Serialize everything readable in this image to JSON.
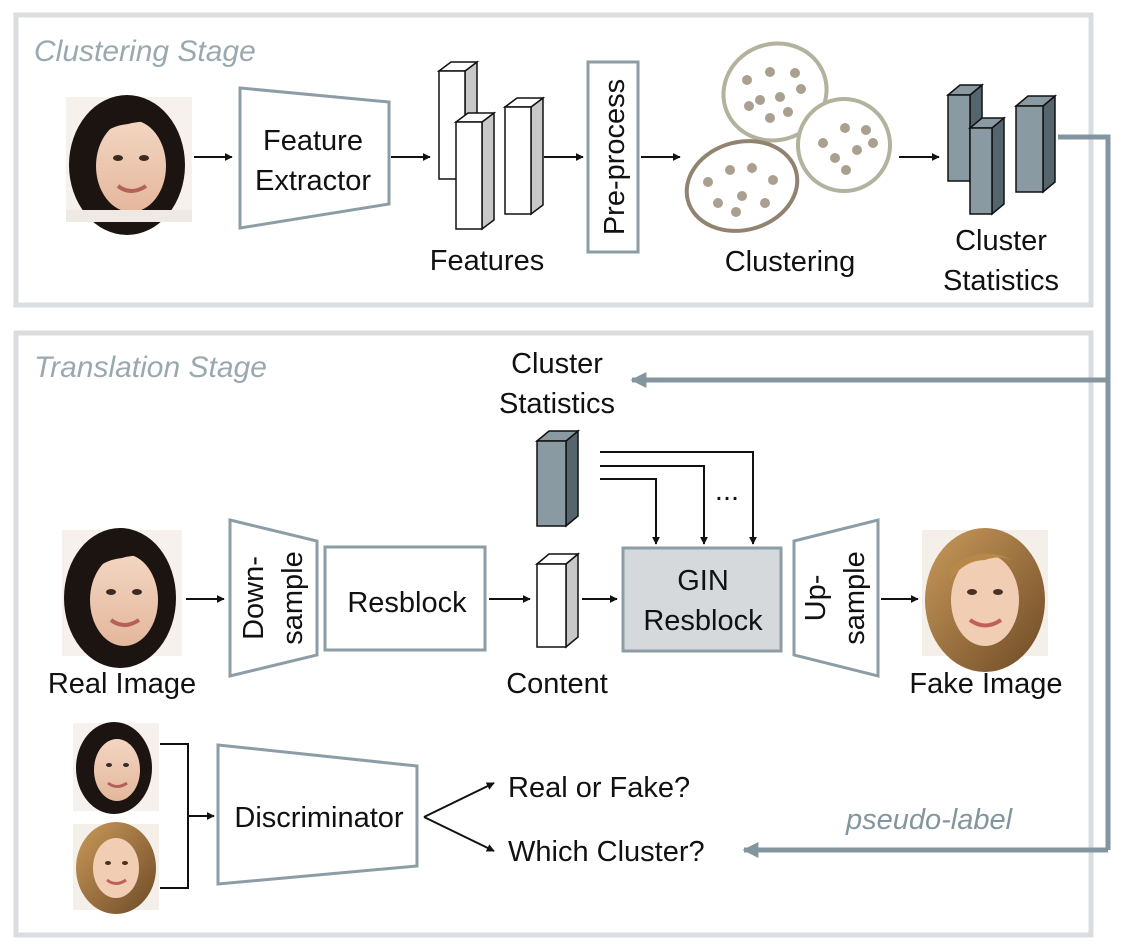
{
  "clustering_stage": {
    "title": "Clustering Stage",
    "feature_extractor_line1": "Feature",
    "feature_extractor_line2": "Extractor",
    "features_label": "Features",
    "preprocess_label": "Pre-process",
    "clustering_label": "Clustering",
    "cluster_statistics_line1": "Cluster",
    "cluster_statistics_line2": "Statistics"
  },
  "translation_stage": {
    "title": "Translation Stage",
    "cluster_statistics_line1": "Cluster",
    "cluster_statistics_line2": "Statistics",
    "downsample_line1": "Down-",
    "downsample_line2": "sample",
    "resblock_label": "Resblock",
    "content_label": "Content",
    "gin_line1": "GIN",
    "gin_line2": "Resblock",
    "upsample_line1": "Up-",
    "upsample_line2": "sample",
    "ellipsis": "...",
    "real_image_label": "Real Image",
    "fake_image_label": "Fake Image",
    "discriminator_label": "Discriminator",
    "output_real_or_fake": "Real or Fake?",
    "output_which_cluster": "Which Cluster?",
    "pseudo_label": "pseudo-label"
  },
  "colors": {
    "stage_border": "#d9dde0",
    "stage_title": "#9aa8b0",
    "block_stroke": "#8d9da6",
    "dark_block": "#8a9aa3",
    "gin_fill": "#d6d9db",
    "arrow": "#111111",
    "feedback_arrow": "#8396a0",
    "cluster_olive": "#b3b29d",
    "cluster_brown": "#928270",
    "cluster_dot": "#aaa090"
  }
}
